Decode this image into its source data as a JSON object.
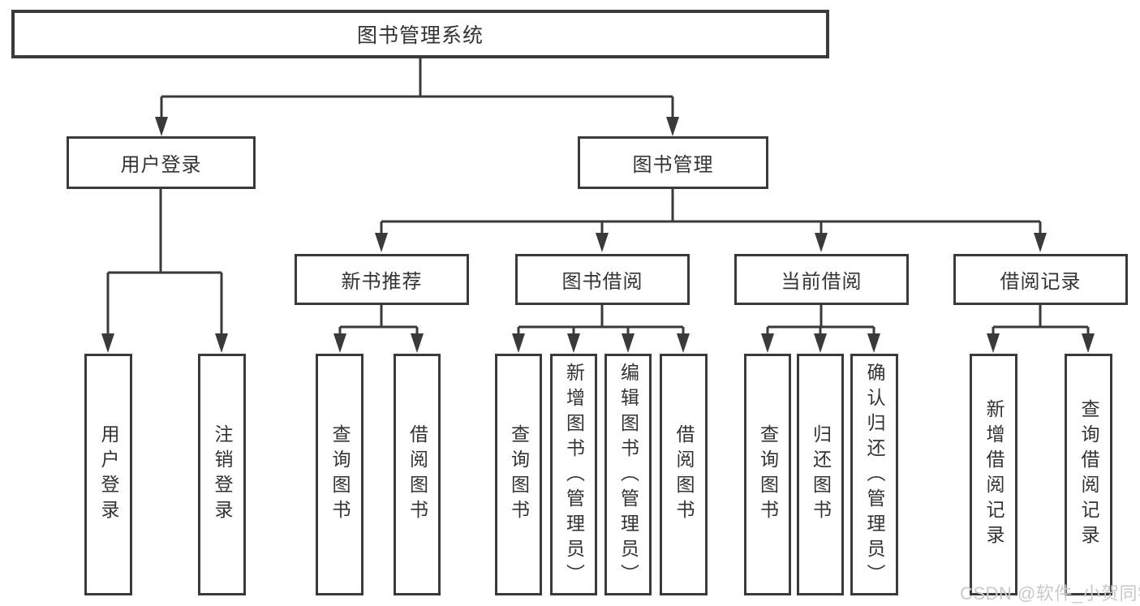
{
  "diagram": {
    "title": "图书管理系统",
    "nodes": {
      "root": "图书管理系统",
      "user_login": "用户登录",
      "book_mgmt": "图书管理",
      "new_book_rec": "新书推荐",
      "book_borrowing": "图书借阅",
      "current_borrowing": "当前借阅",
      "borrowing_records": "借阅记录",
      "ul_user_login": "用户登录",
      "ul_logout": "注销登录",
      "nb_query_books": "查询图书",
      "nb_borrow_books": "借阅图书",
      "bb_query_books": "查询图书",
      "bb_add_books_admin": "新增图书（管理员）",
      "bb_edit_books_admin": "编辑图书（管理员）",
      "bb_borrow_books": "借阅图书",
      "cb_query_books": "查询图书",
      "cb_return_books": "归还图书",
      "cb_confirm_return_admin": "确认归还（管理员）",
      "br_add_record": "新增借阅记录",
      "br_query_record": "查询借阅记录"
    },
    "edges": [
      [
        "root",
        "user_login"
      ],
      [
        "root",
        "book_mgmt"
      ],
      [
        "user_login",
        "ul_user_login"
      ],
      [
        "user_login",
        "ul_logout"
      ],
      [
        "book_mgmt",
        "new_book_rec"
      ],
      [
        "book_mgmt",
        "book_borrowing"
      ],
      [
        "book_mgmt",
        "current_borrowing"
      ],
      [
        "book_mgmt",
        "borrowing_records"
      ],
      [
        "new_book_rec",
        "nb_query_books"
      ],
      [
        "new_book_rec",
        "nb_borrow_books"
      ],
      [
        "book_borrowing",
        "bb_query_books"
      ],
      [
        "book_borrowing",
        "bb_add_books_admin"
      ],
      [
        "book_borrowing",
        "bb_edit_books_admin"
      ],
      [
        "book_borrowing",
        "bb_borrow_books"
      ],
      [
        "current_borrowing",
        "cb_query_books"
      ],
      [
        "current_borrowing",
        "cb_return_books"
      ],
      [
        "current_borrowing",
        "cb_confirm_return_admin"
      ],
      [
        "borrowing_records",
        "br_add_record"
      ],
      [
        "borrowing_records",
        "br_query_record"
      ]
    ],
    "colors": {
      "line": "#3a3a3a",
      "text": "#333333",
      "background": "#ffffff",
      "watermark_text": "#c9c9c9"
    },
    "watermark": "CSDN @软件_小贺同学"
  }
}
